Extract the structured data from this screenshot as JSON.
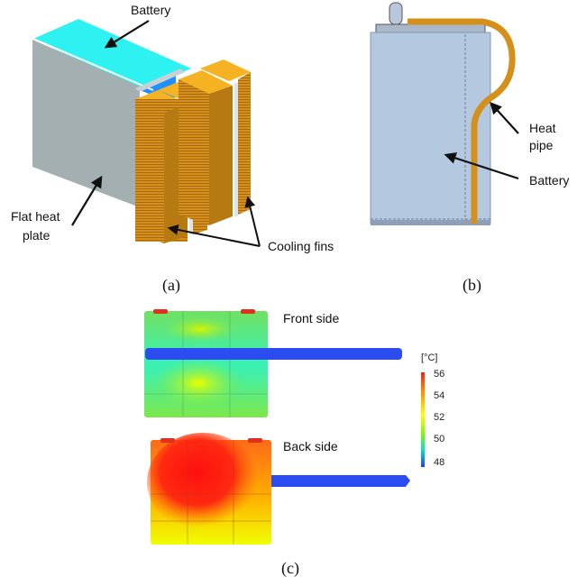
{
  "panel_a": {
    "caption": "(a)",
    "labels": {
      "battery": "Battery",
      "flat_heat_plate_line1": "Flat heat",
      "flat_heat_plate_line2": "plate",
      "cooling_fins": "Cooling fins"
    },
    "colors": {
      "battery_top": "#2ef2f2",
      "battery_inner": "#1e90ff",
      "plate": "#a3afb0",
      "fin": "#d4901a",
      "fin_top": "#f5b323"
    }
  },
  "panel_b": {
    "caption": "(b)",
    "labels": {
      "heat_pipe_line1": "Heat",
      "heat_pipe_line2": "pipe",
      "battery": "Battery"
    },
    "colors": {
      "battery": "#b4c8e0",
      "heat_pipe": "#d4901a"
    }
  },
  "panel_c": {
    "caption": "(c)",
    "labels": {
      "front_side": "Front side",
      "back_side": "Back side"
    },
    "colorbar": {
      "unit": "[°C]",
      "ticks": [
        "56",
        "54",
        "52",
        "50",
        "48"
      ],
      "min": 48,
      "max": 56,
      "colors": [
        "#ff1a1a",
        "#ff8c00",
        "#ffff00",
        "#7cfc00",
        "#00e5c0",
        "#1e3cff"
      ]
    },
    "colors": {
      "pipe": "#2a4cf0",
      "terminal": "#e03020"
    }
  }
}
